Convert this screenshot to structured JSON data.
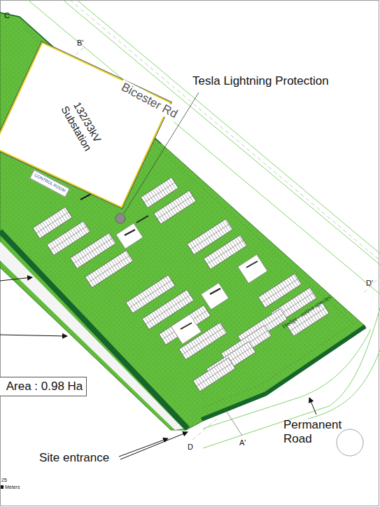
{
  "diagram": {
    "nodes": [
      {
        "text": [
          "132/33kV Substation"
        ]
      },
      {
        "text": [
          "CONTROL ROOM"
        ]
      },
      {
        "text": [
          "Area : 0.98 Ha"
        ]
      }
    ],
    "labels": [
      "C",
      "B'",
      "Bicester Rd",
      "Tesla Lightning Protection",
      "D'",
      "Hedge - native species",
      "Permanent Road",
      "Site entrance",
      "D",
      "A'",
      "25",
      "Meters"
    ]
  }
}
